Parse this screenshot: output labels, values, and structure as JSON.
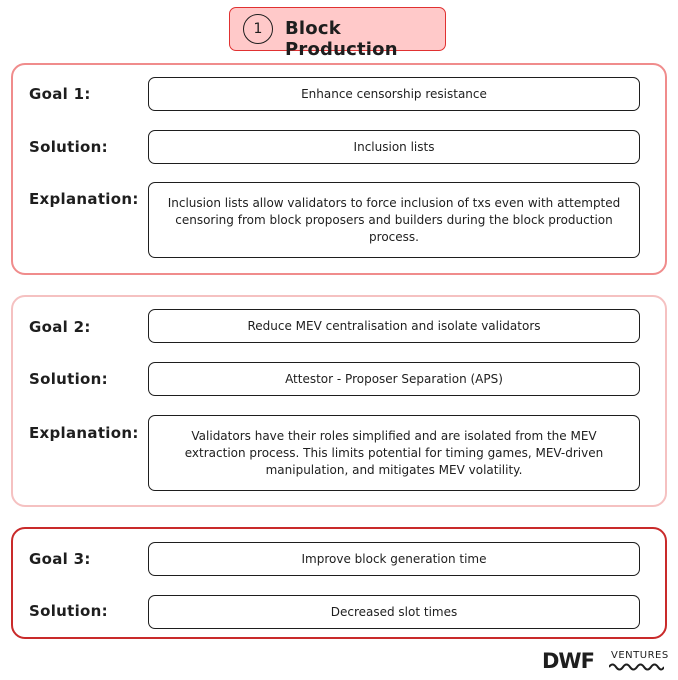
{
  "header": {
    "number": "1",
    "title": "Block Production"
  },
  "sections": [
    {
      "goal_label": "Goal 1:",
      "goal": "Enhance censorship resistance",
      "solution_label": "Solution:",
      "solution": "Inclusion lists",
      "explanation_label": "Explanation:",
      "explanation": "Inclusion lists allow validators to force inclusion of txs even with attempted censoring from block proposers and builders during the block production process."
    },
    {
      "goal_label": "Goal 2:",
      "goal": "Reduce MEV centralisation and isolate validators",
      "solution_label": "Solution:",
      "solution": "Attestor - Proposer Separation (APS)",
      "explanation_label": "Explanation:",
      "explanation": "Validators have their roles simplified and are isolated from the MEV extraction process. This limits potential for timing games, MEV-driven manipulation, and mitigates MEV volatility."
    },
    {
      "goal_label": "Goal 3:",
      "goal": "Improve block generation time",
      "solution_label": "Solution:",
      "solution": "Decreased slot times"
    }
  ],
  "logo": {
    "primary": "DWF",
    "secondary": "VENTURES"
  },
  "colors": {
    "title_fill": "#ffc9c9",
    "title_border": "#e03131",
    "panel1_border": "#f08c8c",
    "panel2_border": "#f5c1c1",
    "panel3_border": "#c92a2a"
  }
}
